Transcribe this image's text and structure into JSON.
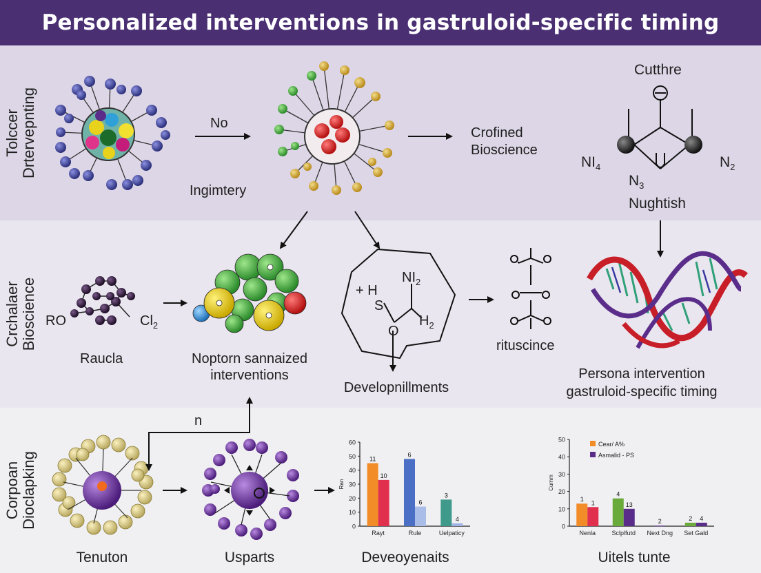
{
  "title": "Personalized interventions in gastruloid-specific timing",
  "rows": [
    {
      "label": "Tolccer\nDrtervepnting"
    },
    {
      "label": "Crchalaer\nBioscience"
    },
    {
      "label": "Corpoan\nDioclapking"
    }
  ],
  "row1": {
    "arrow_no": "No",
    "ingimtery": "Ingimtery",
    "crofined": "Crofined\nBioscience",
    "cutthre": "Cutthre",
    "ni4": "NI",
    "ni4_sub": "4",
    "n2": "N",
    "n2_sub": "2",
    "n3": "N",
    "n3_sub": "3",
    "nughtish": "Nughtish"
  },
  "row2": {
    "ro": "RO",
    "cl2": "Cl",
    "cl2_sub": "2",
    "raucla": "Raucla",
    "noptorn": "Noptorn sannaized\ninterventions",
    "plus_h": "+ H",
    "s": "S",
    "ni2": "NI",
    "ni2_sub": "2",
    "h2": "H",
    "h2_sub": "2",
    "o": "O",
    "developnillments": "Developnillments",
    "rituscince": "rituscince",
    "persona": "Persona intervention\ngastruloid-specific timing"
  },
  "row3": {
    "n_label": "n",
    "tenuton": "Tenuton",
    "usparts": "Usparts",
    "developenaits": "Deveoyenaits",
    "uitels": "Uitels tunte"
  },
  "chart_data": [
    {
      "type": "bar",
      "ylabel": "Ran",
      "ylim": [
        0,
        60
      ],
      "yticks": [
        0,
        10,
        20,
        30,
        40,
        50,
        60
      ],
      "categories": [
        "Rayt",
        "Rule",
        "Uelpaticy"
      ],
      "series": [
        {
          "color": "#f28c28",
          "values": [
            45,
            null,
            null
          ],
          "labels": [
            "11",
            "",
            ""
          ]
        },
        {
          "color": "#e0304e",
          "values": [
            33,
            null,
            null
          ],
          "labels": [
            "10",
            "",
            ""
          ]
        },
        {
          "color": "#4a6fc4",
          "values": [
            null,
            48,
            null
          ],
          "labels": [
            "",
            "6",
            ""
          ]
        },
        {
          "color": "#a9bde8",
          "values": [
            null,
            14,
            null
          ],
          "labels": [
            "",
            "6",
            ""
          ]
        },
        {
          "color": "#3f9a8c",
          "values": [
            null,
            null,
            19
          ],
          "labels": [
            "",
            "",
            "3"
          ]
        },
        {
          "color": "#9fb3e6",
          "values": [
            null,
            null,
            2
          ],
          "labels": [
            "",
            "",
            "4"
          ]
        }
      ]
    },
    {
      "type": "bar",
      "ylabel": "Cumm",
      "ylim": [
        0,
        50
      ],
      "yticks": [
        0,
        10,
        20,
        30,
        40,
        50
      ],
      "categories": [
        "Nenla",
        "Sclplfutd",
        "Next Dng",
        "Set Gald"
      ],
      "legend": [
        {
          "name": "Cear/ A%",
          "color": "#f28c28"
        },
        {
          "name": "Asmalid - PS",
          "color": "#5b2d8a"
        }
      ],
      "series": [
        {
          "color": "#f28c28",
          "values": [
            13,
            null,
            null,
            null
          ],
          "labels": [
            "1",
            "",
            "",
            ""
          ]
        },
        {
          "color": "#e0304e",
          "values": [
            11,
            null,
            null,
            null
          ],
          "labels": [
            "1",
            "",
            "",
            ""
          ]
        },
        {
          "color": "#6aaa3a",
          "values": [
            null,
            16,
            null,
            2
          ],
          "labels": [
            "",
            "4",
            "",
            "2"
          ]
        },
        {
          "color": "#5b2d8a",
          "values": [
            null,
            10,
            0.3,
            2
          ],
          "labels": [
            "",
            "13",
            "2",
            "4"
          ]
        }
      ]
    }
  ]
}
